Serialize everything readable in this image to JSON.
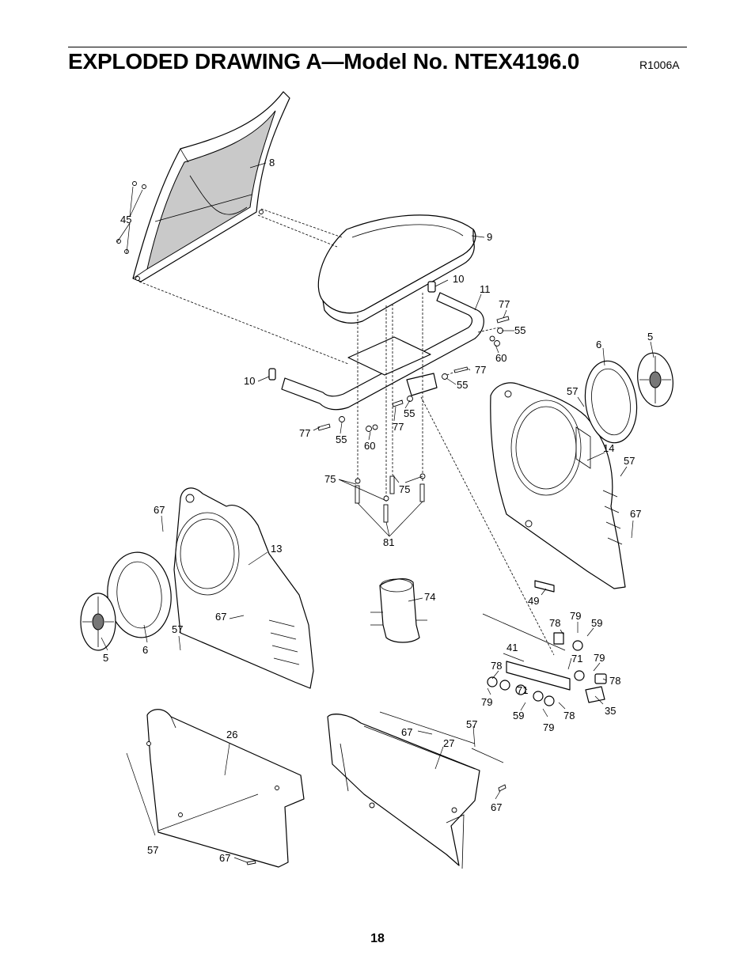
{
  "header": {
    "title": "EXPLODED DRAWING A—Model No. NTEX4196.0",
    "drawing_code": "R1006A"
  },
  "footer": {
    "page_number": "18"
  },
  "callouts": {
    "part_8": "8",
    "part_45": "45",
    "part_9": "9",
    "part_10a": "10",
    "part_11": "11",
    "part_77a": "77",
    "part_55a": "55",
    "part_60a": "60",
    "part_10b": "10",
    "part_77b": "77",
    "part_55b": "55",
    "part_55c": "55",
    "part_77c": "77",
    "part_77d": "77",
    "part_55d": "55",
    "part_60b": "60",
    "part_75a": "75",
    "part_75b": "75",
    "part_81": "81",
    "part_6a": "6",
    "part_5a": "5",
    "part_57a": "57",
    "part_14": "14",
    "part_57b": "57",
    "part_67a": "67",
    "part_67b": "67",
    "part_13": "13",
    "part_67c": "67",
    "part_57c": "57",
    "part_5b": "5",
    "part_6b": "6",
    "part_74": "74",
    "part_49": "49",
    "part_78a": "78",
    "part_79a": "79",
    "part_59a": "59",
    "part_41": "41",
    "part_71a": "71",
    "part_79b": "79",
    "part_78b": "78",
    "part_78c": "78",
    "part_71b": "71",
    "part_79c": "79",
    "part_59b": "59",
    "part_79d": "79",
    "part_78d": "78",
    "part_35": "35",
    "part_26": "26",
    "part_67d": "67",
    "part_57d": "57",
    "part_27": "27",
    "part_67e": "67",
    "part_57e": "57",
    "part_67f": "67"
  }
}
